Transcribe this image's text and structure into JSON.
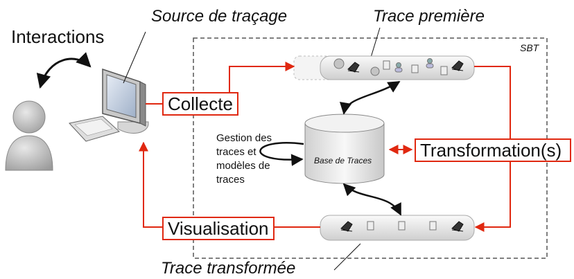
{
  "labels": {
    "interactions": "Interactions",
    "source": "Source de traçage",
    "trace_premiere": "Trace première",
    "sbt": "SBT",
    "collecte": "Collecte",
    "gestion": "Gestion des traces et modèles de traces",
    "base": "Base de Traces",
    "transformation": "Transformation(s)",
    "visualisation": "Visualisation",
    "trace_transformee": "Trace transformée"
  },
  "colors": {
    "arrow_red": "#e02810",
    "frame_dash": "#555555",
    "tray_fill": "#e6e6e6",
    "tray_shadow": "#b8b8b8"
  },
  "icons": {
    "user": "user-silhouette-icon",
    "computer": "desktop-computer-icon",
    "database": "database-cylinder-icon",
    "trace_items": [
      "circle-icon",
      "laptop-icon",
      "document-icon",
      "person-icon"
    ]
  }
}
